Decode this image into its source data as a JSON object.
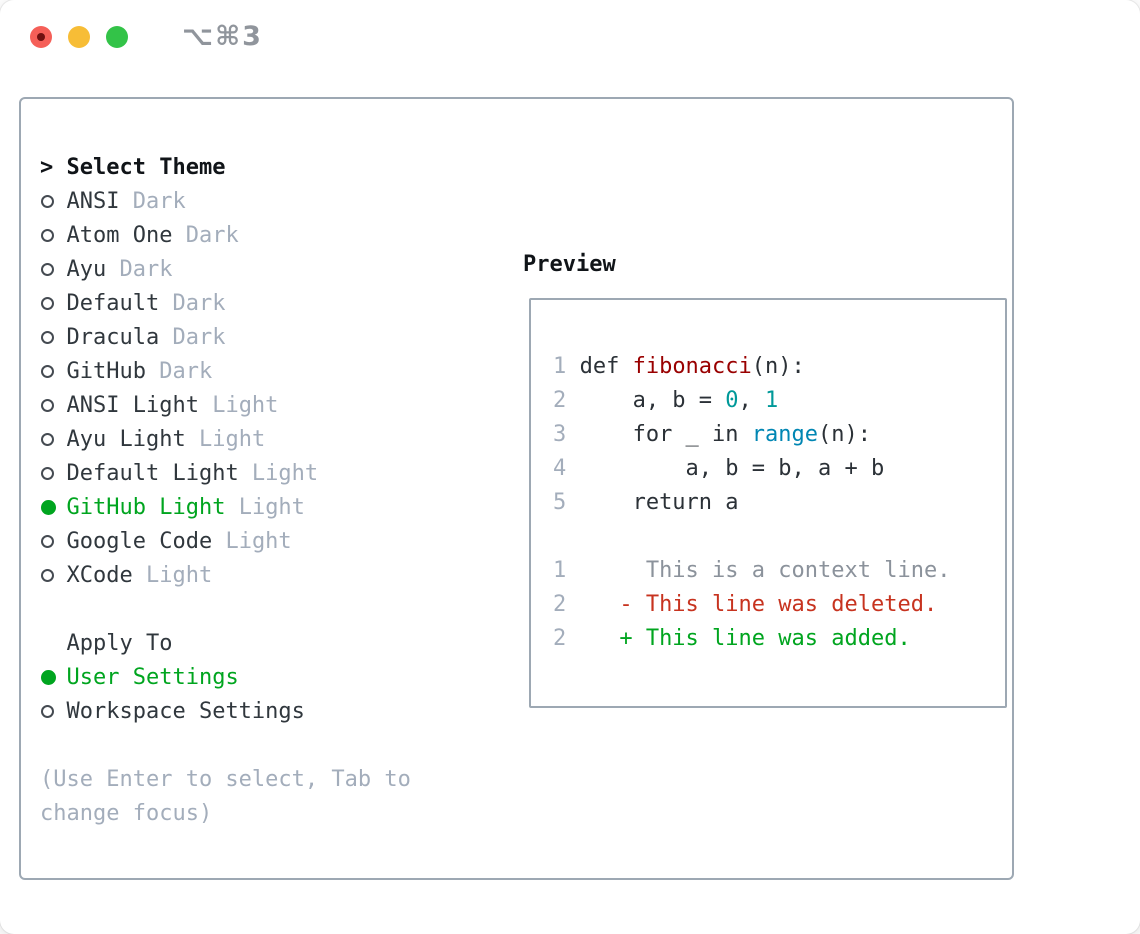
{
  "titlebar": {
    "title": "⌥⌘3",
    "buttons": [
      "close",
      "minimize",
      "zoom"
    ]
  },
  "theme_panel": {
    "cursor": ">",
    "header": "Select Theme",
    "themes": [
      {
        "name": "ANSI",
        "variant": "Dark",
        "selected": false
      },
      {
        "name": "Atom One",
        "variant": "Dark",
        "selected": false
      },
      {
        "name": "Ayu",
        "variant": "Dark",
        "selected": false
      },
      {
        "name": "Default",
        "variant": "Dark",
        "selected": false
      },
      {
        "name": "Dracula",
        "variant": "Dark",
        "selected": false
      },
      {
        "name": "GitHub",
        "variant": "Dark",
        "selected": false
      },
      {
        "name": "ANSI Light",
        "variant": "Light",
        "selected": false
      },
      {
        "name": "Ayu Light",
        "variant": "Light",
        "selected": false
      },
      {
        "name": "Default Light",
        "variant": "Light",
        "selected": false
      },
      {
        "name": "GitHub Light",
        "variant": "Light",
        "selected": true
      },
      {
        "name": "Google Code",
        "variant": "Light",
        "selected": false
      },
      {
        "name": "XCode",
        "variant": "Light",
        "selected": false
      }
    ],
    "apply_to": {
      "header": "Apply To",
      "options": [
        {
          "label": "User Settings",
          "selected": true
        },
        {
          "label": "Workspace Settings",
          "selected": false
        }
      ]
    },
    "hint_lines": [
      "(Use Enter to select, Tab to",
      "change focus)"
    ]
  },
  "preview": {
    "title": "Preview",
    "lines": [
      {
        "num": "1",
        "tokens": [
          {
            "text": "def ",
            "style": "plain"
          },
          {
            "text": "fibonacci",
            "style": "function"
          },
          {
            "text": "(n):",
            "style": "plain"
          }
        ]
      },
      {
        "num": "2",
        "tokens": [
          {
            "text": "    a, b = ",
            "style": "plain"
          },
          {
            "text": "0",
            "style": "number"
          },
          {
            "text": ", ",
            "style": "plain"
          },
          {
            "text": "1",
            "style": "number"
          }
        ]
      },
      {
        "num": "3",
        "tokens": [
          {
            "text": "    for _ in ",
            "style": "plain"
          },
          {
            "text": "range",
            "style": "builtin"
          },
          {
            "text": "(n):",
            "style": "plain"
          }
        ]
      },
      {
        "num": "4",
        "tokens": [
          {
            "text": "        a, b = b, a + b",
            "style": "plain"
          }
        ]
      },
      {
        "num": "5",
        "tokens": [
          {
            "text": "    return a",
            "style": "plain"
          }
        ]
      },
      {
        "num": "",
        "tokens": []
      },
      {
        "num": "1",
        "tokens": [
          {
            "text": "     This is a context line.",
            "style": "context"
          }
        ]
      },
      {
        "num": "2",
        "tokens": [
          {
            "text": "   - This line was deleted.",
            "style": "deleted"
          }
        ]
      },
      {
        "num": "2",
        "tokens": [
          {
            "text": "   + This line was added.",
            "style": "added"
          }
        ]
      }
    ]
  },
  "colors": {
    "accent_green": "#00a51f",
    "deleted_red": "#c7331f",
    "function_red": "#990000",
    "number_teal": "#009999",
    "builtin_blue": "#0086b3",
    "border_gray": "#9da8b3",
    "muted_gray": "#a3adbb",
    "traffic_red": "#f55f58",
    "traffic_yellow": "#f7bd36",
    "traffic_green": "#33c348"
  }
}
